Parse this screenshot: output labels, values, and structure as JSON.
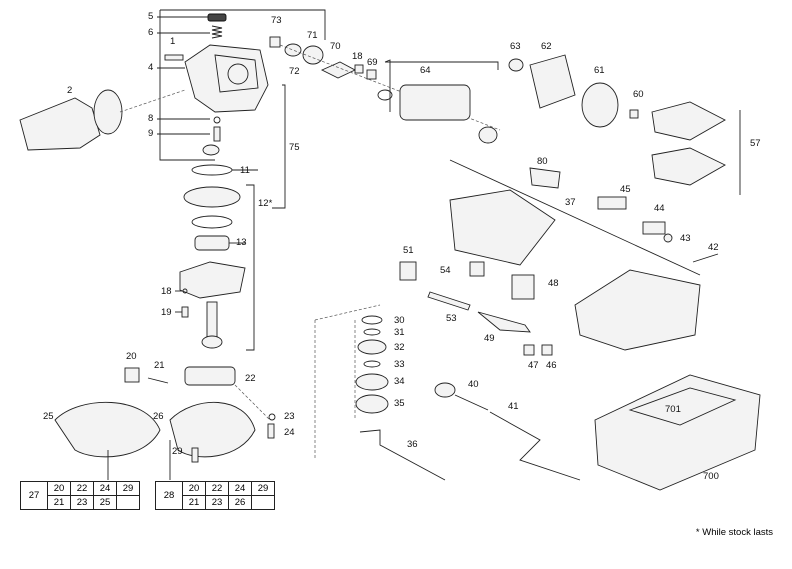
{
  "labels": {
    "l5": "5",
    "l6": "6",
    "l1": "1",
    "l4": "4",
    "l2": "2",
    "l8": "8",
    "l9": "9",
    "l73": "73",
    "l71": "71",
    "l72": "72",
    "l70": "70",
    "l18a": "18",
    "l69": "69",
    "l64": "64",
    "l63": "63",
    "l62": "62",
    "l61": "61",
    "l60": "60",
    "l57": "57",
    "l11": "11",
    "l75": "75",
    "l12": "12*",
    "l13": "13",
    "l18b": "18",
    "l19": "19",
    "l22": "22",
    "l20": "20",
    "l21": "21",
    "l25": "25",
    "l26": "26",
    "l23": "23",
    "l24": "24",
    "l29": "29",
    "l80": "80",
    "l45": "45",
    "l37": "37",
    "l44": "44",
    "l43": "43",
    "l42": "42",
    "l51": "51",
    "l54": "54",
    "l48": "48",
    "l53": "53",
    "l49": "49",
    "l47": "47",
    "l46": "46",
    "l30": "30",
    "l31": "31",
    "l32": "32",
    "l33": "33",
    "l34": "34",
    "l35": "35",
    "l36": "36",
    "l40": "40",
    "l41": "41",
    "l701": "701",
    "l700": "700"
  },
  "table_left": {
    "row_header": "27",
    "row1": [
      "20",
      "22",
      "24",
      "29"
    ],
    "row2": [
      "21",
      "23",
      "25",
      ""
    ]
  },
  "table_right": {
    "row_header": "28",
    "row1": [
      "20",
      "22",
      "24",
      "29"
    ],
    "row2": [
      "21",
      "23",
      "26",
      ""
    ]
  },
  "footnote": "* While stock lasts"
}
